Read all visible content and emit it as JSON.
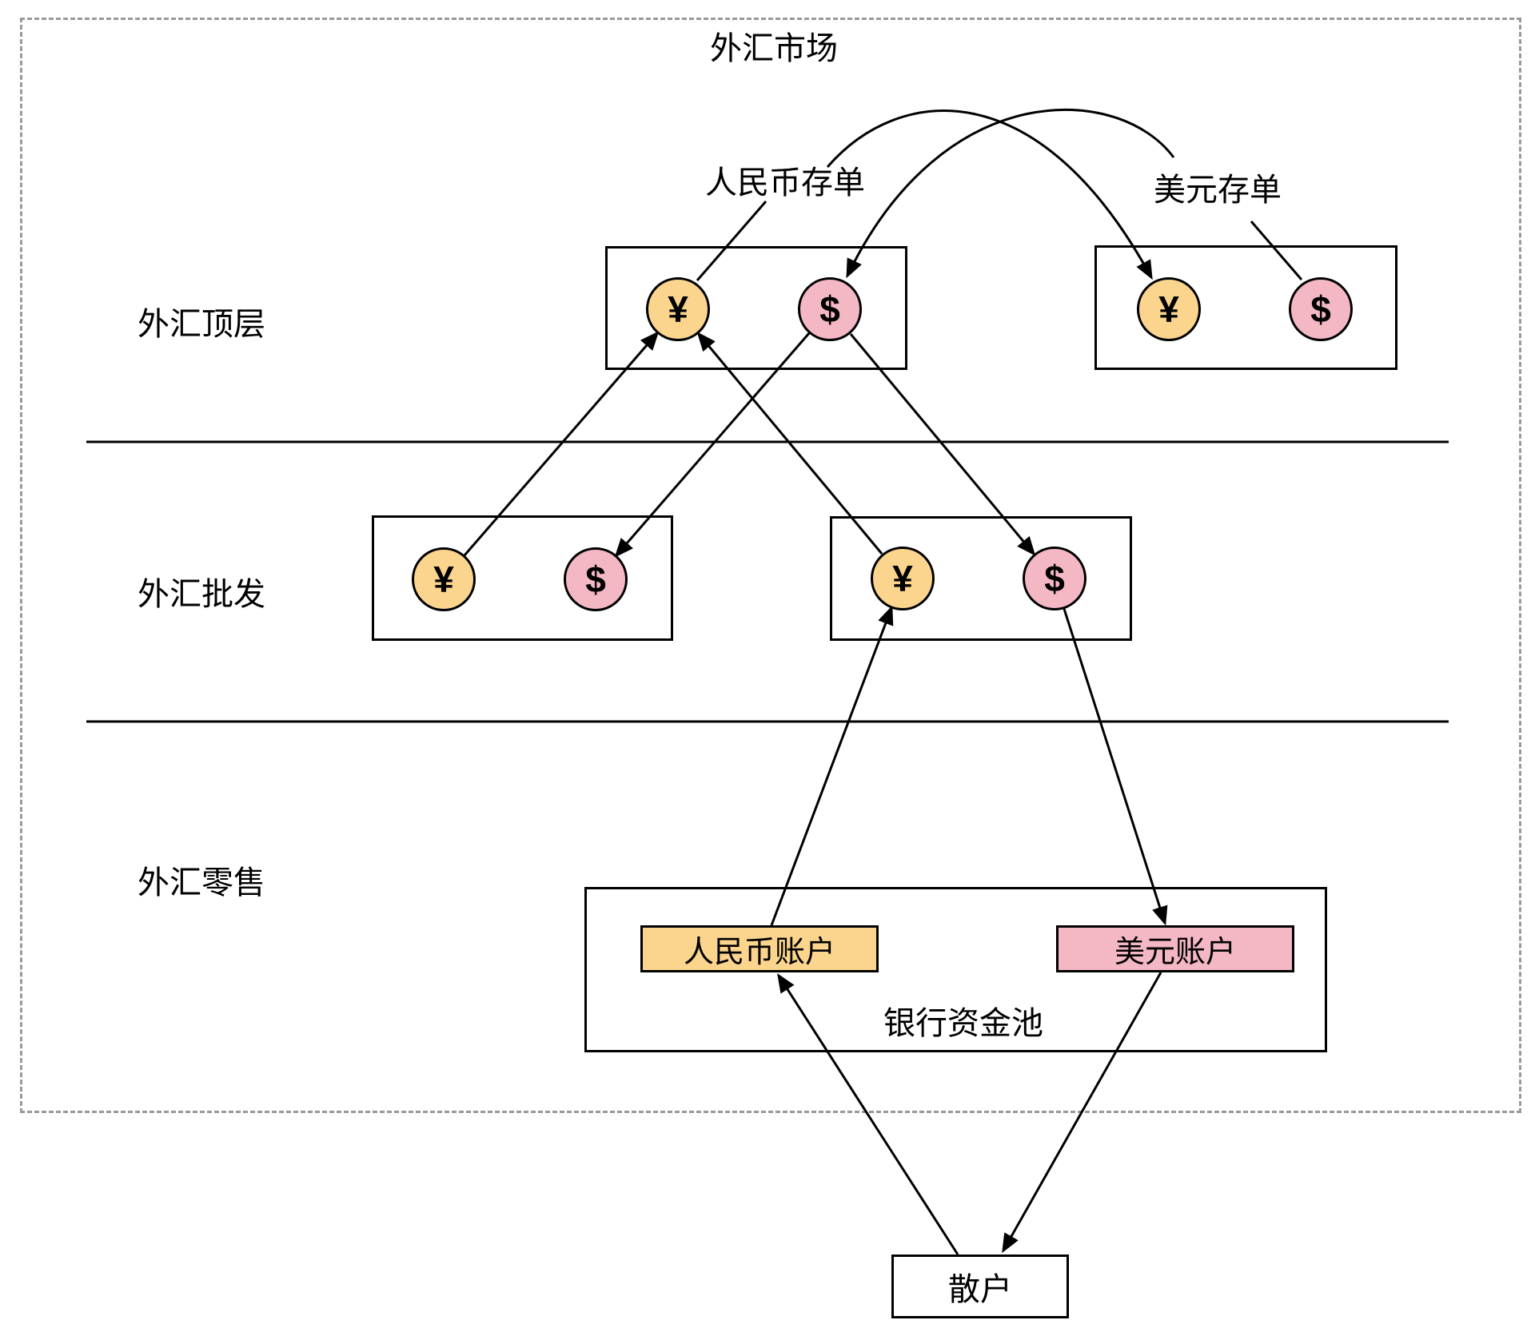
{
  "diagram": {
    "title": "外汇市场",
    "layer_labels": [
      "外汇顶层",
      "外汇批发",
      "外汇零售"
    ],
    "flow_labels": {
      "rmb_deposit": "人民币存单",
      "usd_deposit": "美元存单"
    },
    "symbols": {
      "yuan": "¥",
      "dollar": "$"
    },
    "bank_pool": {
      "label": "银行资金池",
      "rmb_account": "人民币账户",
      "usd_account": "美元账户"
    },
    "retail_label": "散户",
    "colors": {
      "yuan_fill": "#FBD48E",
      "dollar_fill": "#F4B7C4",
      "stroke": "#000000",
      "dashed_border": "#999999"
    }
  }
}
